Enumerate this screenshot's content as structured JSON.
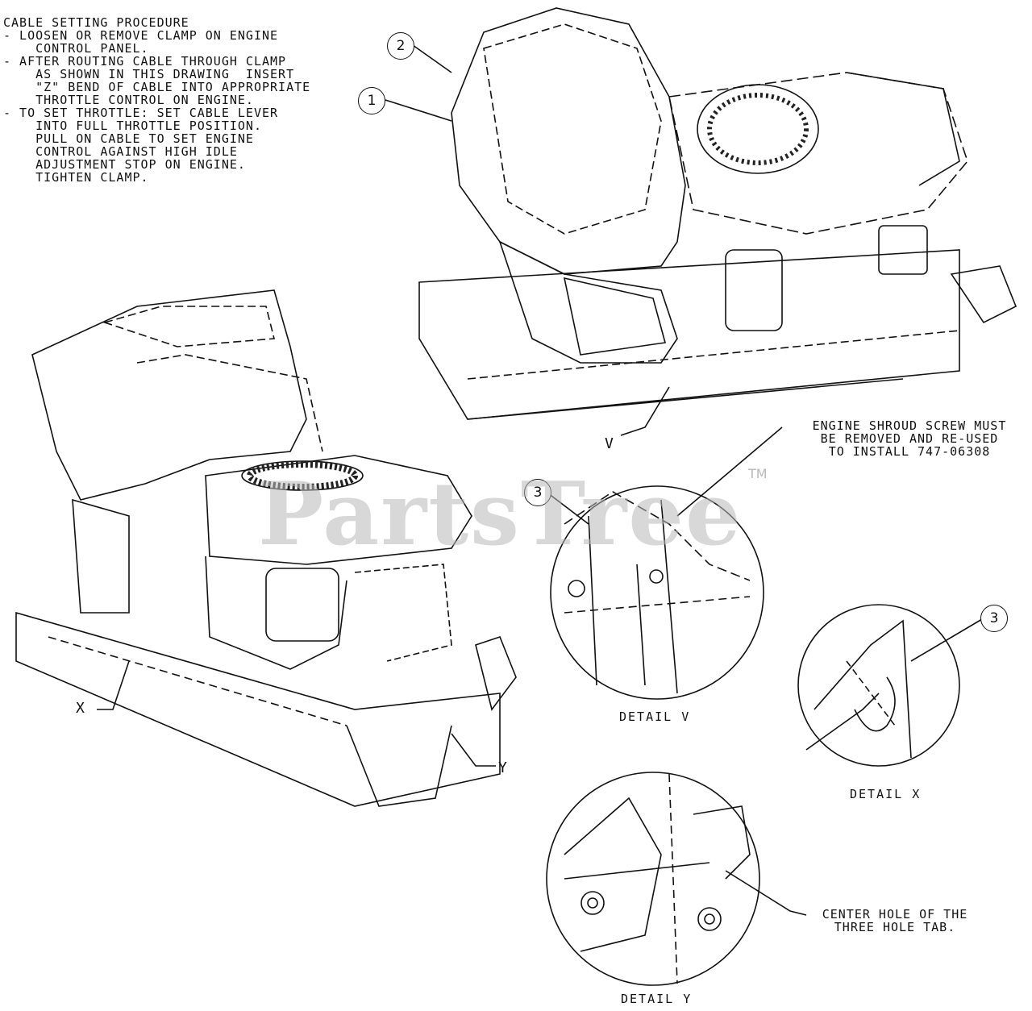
{
  "procedure": {
    "lines": [
      "CABLE SETTING PROCEDURE",
      "- LOOSEN OR REMOVE CLAMP ON ENGINE",
      "    CONTROL PANEL.",
      "- AFTER ROUTING CABLE THROUGH CLAMP",
      "    AS SHOWN IN THIS DRAWING  INSERT",
      "    \"Z\" BEND OF CABLE INTO APPROPRIATE",
      "    THROTTLE CONTROL ON ENGINE.",
      "- TO SET THROTTLE: SET CABLE LEVER",
      "    INTO FULL THROTTLE POSITION.",
      "    PULL ON CABLE TO SET ENGINE",
      "    CONTROL AGAINST HIGH IDLE",
      "    ADJUSTMENT STOP ON ENGINE.",
      "    TIGHTEN CLAMP."
    ]
  },
  "notes": {
    "shroud": "ENGINE SHROUD SCREW MUST\nBE REMOVED AND RE-USED\nTO INSTALL 747-06308",
    "center_hole": "CENTER HOLE OF THE\nTHREE HOLE TAB."
  },
  "details": {
    "v": "DETAIL V",
    "x": "DETAIL X",
    "y": "DETAIL Y"
  },
  "view_letters": {
    "v": "V",
    "x": "X",
    "y": "Y"
  },
  "callouts": {
    "one": "1",
    "two": "2",
    "three_a": "3",
    "three_b": "3"
  },
  "watermark": {
    "text": "PartsTree",
    "tm": "TM"
  },
  "colors": {
    "line": "#111111",
    "watermark": "#b9b9b9",
    "background": "#ffffff"
  }
}
